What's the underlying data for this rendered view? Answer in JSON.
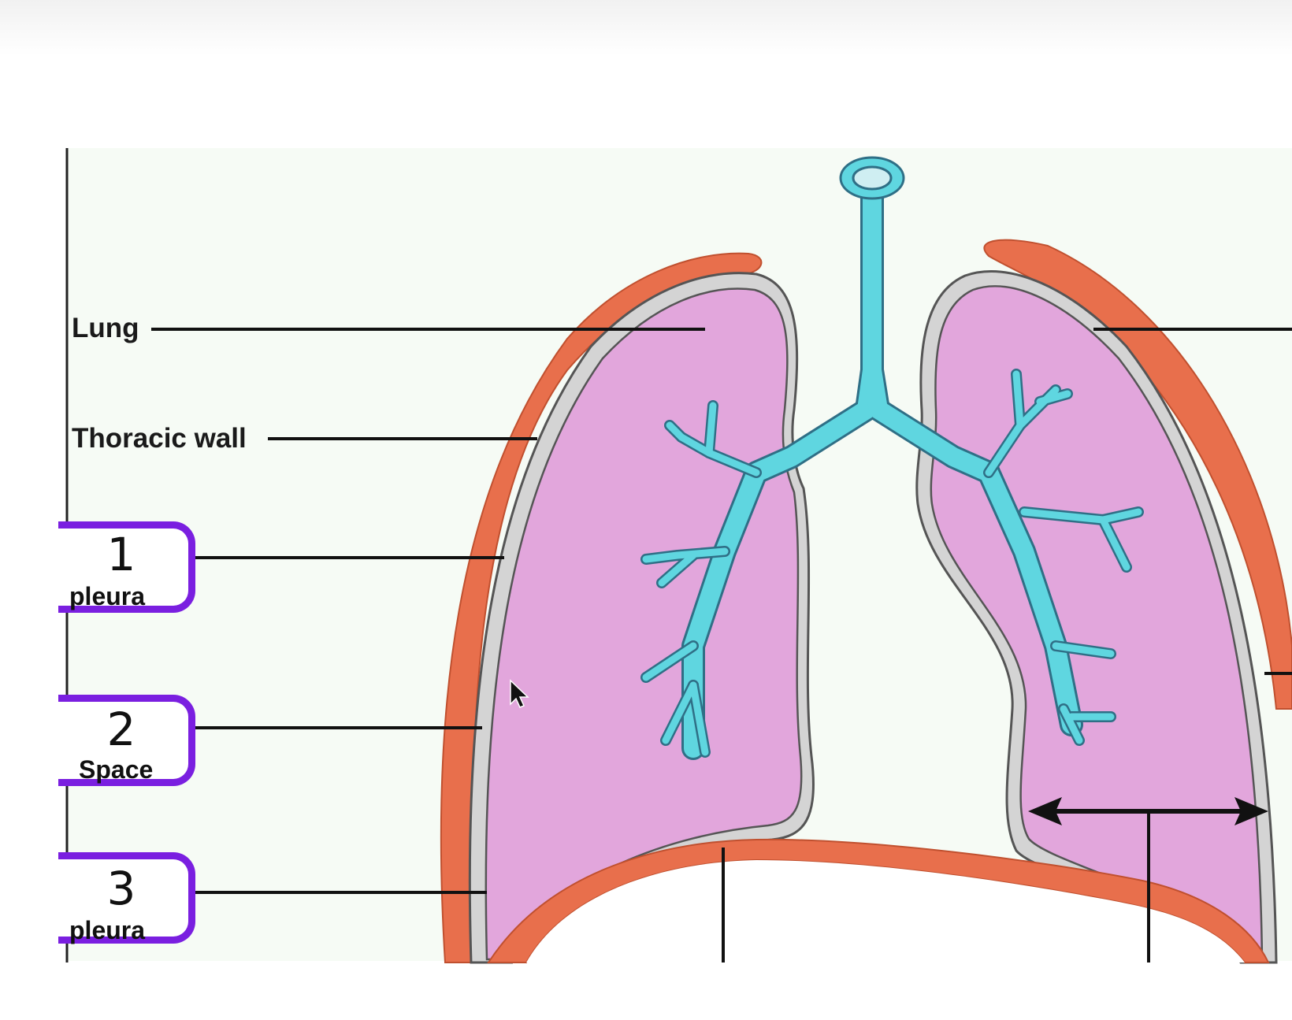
{
  "labels": {
    "lung": "Lung",
    "thoracic_wall": "Thoracic wall"
  },
  "answer_boxes": [
    {
      "number": "1",
      "word": "pleura"
    },
    {
      "number": "2",
      "word": "Space"
    },
    {
      "number": "3",
      "word": "pleura"
    }
  ],
  "colors": {
    "lung_fill": "#e2a6dc",
    "airway": "#5fd6e0",
    "thoracic_wall": "#e86f4c",
    "pleura": "#d4d4d4",
    "box_border": "#7a1fe0",
    "background": "#f6fbf5"
  },
  "icons": [
    "mouse-cursor-icon",
    "double-arrow-icon"
  ]
}
